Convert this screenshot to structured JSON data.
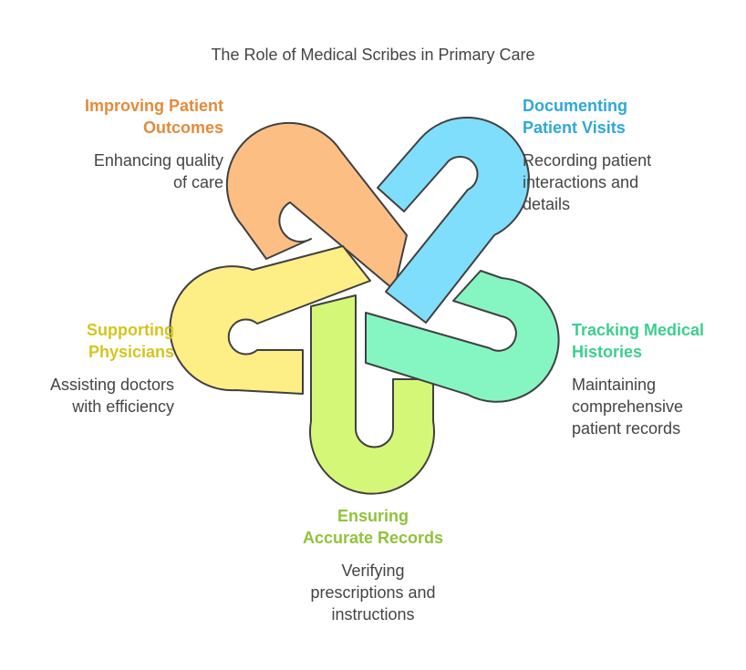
{
  "title": "The Role of Medical Scribes in Primary Care",
  "items": [
    {
      "heading": "Improving Patient Outcomes",
      "heading_lines": [
        "Improving Patient",
        "Outcomes"
      ],
      "description_lines": [
        "Enhancing quality",
        "of care"
      ],
      "color": "#FDBE83",
      "accent": "#E38B3B"
    },
    {
      "heading": "Documenting Patient Visits",
      "heading_lines": [
        "Documenting",
        "Patient Visits"
      ],
      "description_lines": [
        "Recording patient",
        "interactions and",
        "details"
      ],
      "color": "#7FDEFC",
      "accent": "#2FA8D8"
    },
    {
      "heading": "Tracking Medical Histories",
      "heading_lines": [
        "Tracking Medical",
        "Histories"
      ],
      "description_lines": [
        "Maintaining",
        "comprehensive",
        "patient records"
      ],
      "color": "#85F6C2",
      "accent": "#3CCF8E"
    },
    {
      "heading": "Ensuring Accurate Records",
      "heading_lines": [
        "Ensuring",
        "Accurate Records"
      ],
      "description_lines": [
        "Verifying",
        "prescriptions and",
        "instructions"
      ],
      "color": "#D4F778",
      "accent": "#91C23A"
    },
    {
      "heading": "Supporting Physicians",
      "heading_lines": [
        "Supporting",
        "Physicians"
      ],
      "description_lines": [
        "Assisting doctors",
        "with efficiency"
      ],
      "color": "#FDEE85",
      "accent": "#D5C51E"
    }
  ]
}
